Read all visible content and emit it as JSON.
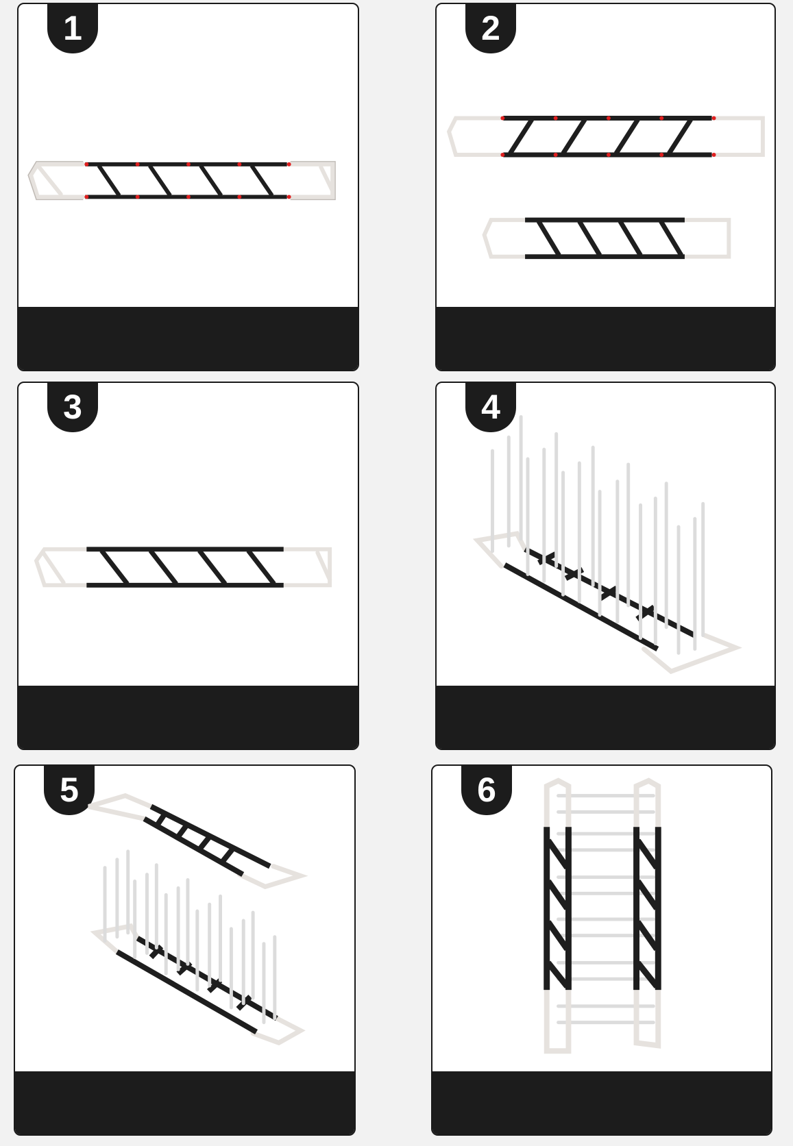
{
  "steps": [
    {
      "number": "1"
    },
    {
      "number": "2"
    },
    {
      "number": "3"
    },
    {
      "number": "4"
    },
    {
      "number": "5"
    },
    {
      "number": "6"
    }
  ],
  "colors": {
    "frame_white": "#e8e4e0",
    "frame_black": "#1e1e1e",
    "connector_red": "#e02020",
    "footer": "#1c1c1c"
  }
}
